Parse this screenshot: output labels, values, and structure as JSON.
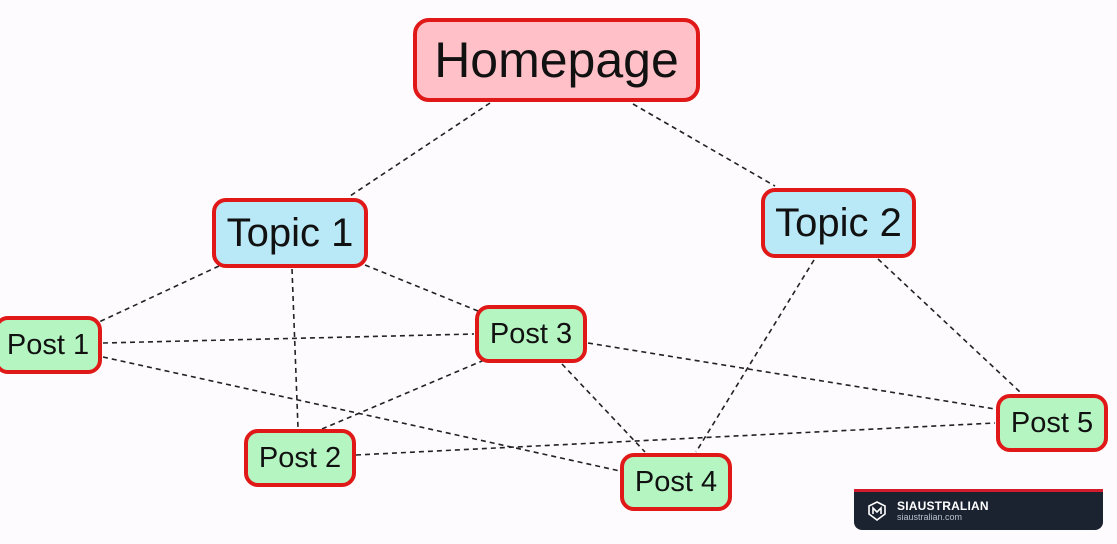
{
  "diagram": {
    "nodes": [
      {
        "id": "homepage",
        "label": "Homepage",
        "kind": "root"
      },
      {
        "id": "topic1",
        "label": "Topic 1",
        "kind": "topic"
      },
      {
        "id": "topic2",
        "label": "Topic 2",
        "kind": "topic"
      },
      {
        "id": "post1",
        "label": "Post 1",
        "kind": "post"
      },
      {
        "id": "post2",
        "label": "Post 2",
        "kind": "post"
      },
      {
        "id": "post3",
        "label": "Post 3",
        "kind": "post"
      },
      {
        "id": "post4",
        "label": "Post 4",
        "kind": "post"
      },
      {
        "id": "post5",
        "label": "Post 5",
        "kind": "post"
      }
    ],
    "edges": [
      [
        "homepage",
        "topic1"
      ],
      [
        "homepage",
        "topic2"
      ],
      [
        "topic1",
        "post1"
      ],
      [
        "topic1",
        "post2"
      ],
      [
        "topic1",
        "post3"
      ],
      [
        "topic2",
        "post4"
      ],
      [
        "topic2",
        "post5"
      ],
      [
        "post1",
        "post3"
      ],
      [
        "post1",
        "post4"
      ],
      [
        "post2",
        "post3"
      ],
      [
        "post2",
        "post5"
      ],
      [
        "post3",
        "post4"
      ],
      [
        "post3",
        "post5"
      ]
    ],
    "edge_style": "dashed",
    "colors": {
      "root_fill": "#ffc0c8",
      "topic_fill": "#b9e8f7",
      "post_fill": "#b5f5c2",
      "node_border": "#e01818",
      "edge": "#222222"
    }
  },
  "watermark": {
    "brand": "SIAUSTRALIAN",
    "url": "siaustralian.com",
    "icon": "m-shield-logo-icon"
  }
}
